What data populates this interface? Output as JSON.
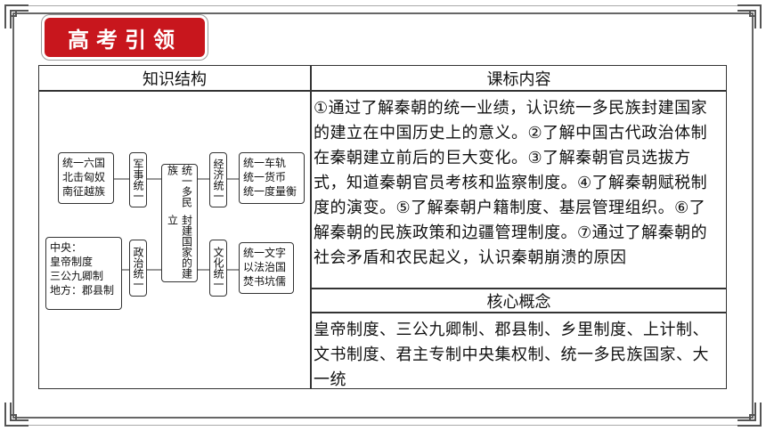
{
  "badge": {
    "title": "高考引领"
  },
  "table": {
    "header_left": "知识结构",
    "header_right": "课标内容",
    "core_header": "核心概念",
    "standards_text": "①通过了解秦朝的统一业绩，认识统一多民族封建国家的建立在中国历史上的意义。②了解中国古代政治体制在秦朝建立前后的巨大变化。③了解秦朝官员选拔方式，知道秦朝官员考核和监察制度。④了解秦朝赋税制度的演变。⑤了解秦朝户籍制度、基层管理组织。⑥了解秦朝的民族政策和边疆管理制度。⑦通过了解秦朝的社会矛盾和农民起义，认识秦朝崩溃的原因",
    "core_concepts": "皇帝制度、三公九卿制、郡县制、乡里制度、上计制、文书制度、君主专制中央集权制、统一多民族国家、大一统"
  },
  "diagram": {
    "military_items": [
      "统一六国",
      "北击匈奴",
      "南征越族"
    ],
    "military_label": "军事统一",
    "political_items": [
      "中央：",
      "皇帝制度",
      "三公九卿制",
      "地方：郡县制"
    ],
    "political_label": "政治统一",
    "center_col1": "统一多民族",
    "center_col2": "封建国家的建立",
    "economic_label": "经济统一",
    "economic_items": [
      "统一车轨",
      "统一货币",
      "统一度量衡"
    ],
    "cultural_label": "文化统一",
    "cultural_items": [
      "统一文字",
      "以法治国",
      "焚书坑儒"
    ]
  }
}
